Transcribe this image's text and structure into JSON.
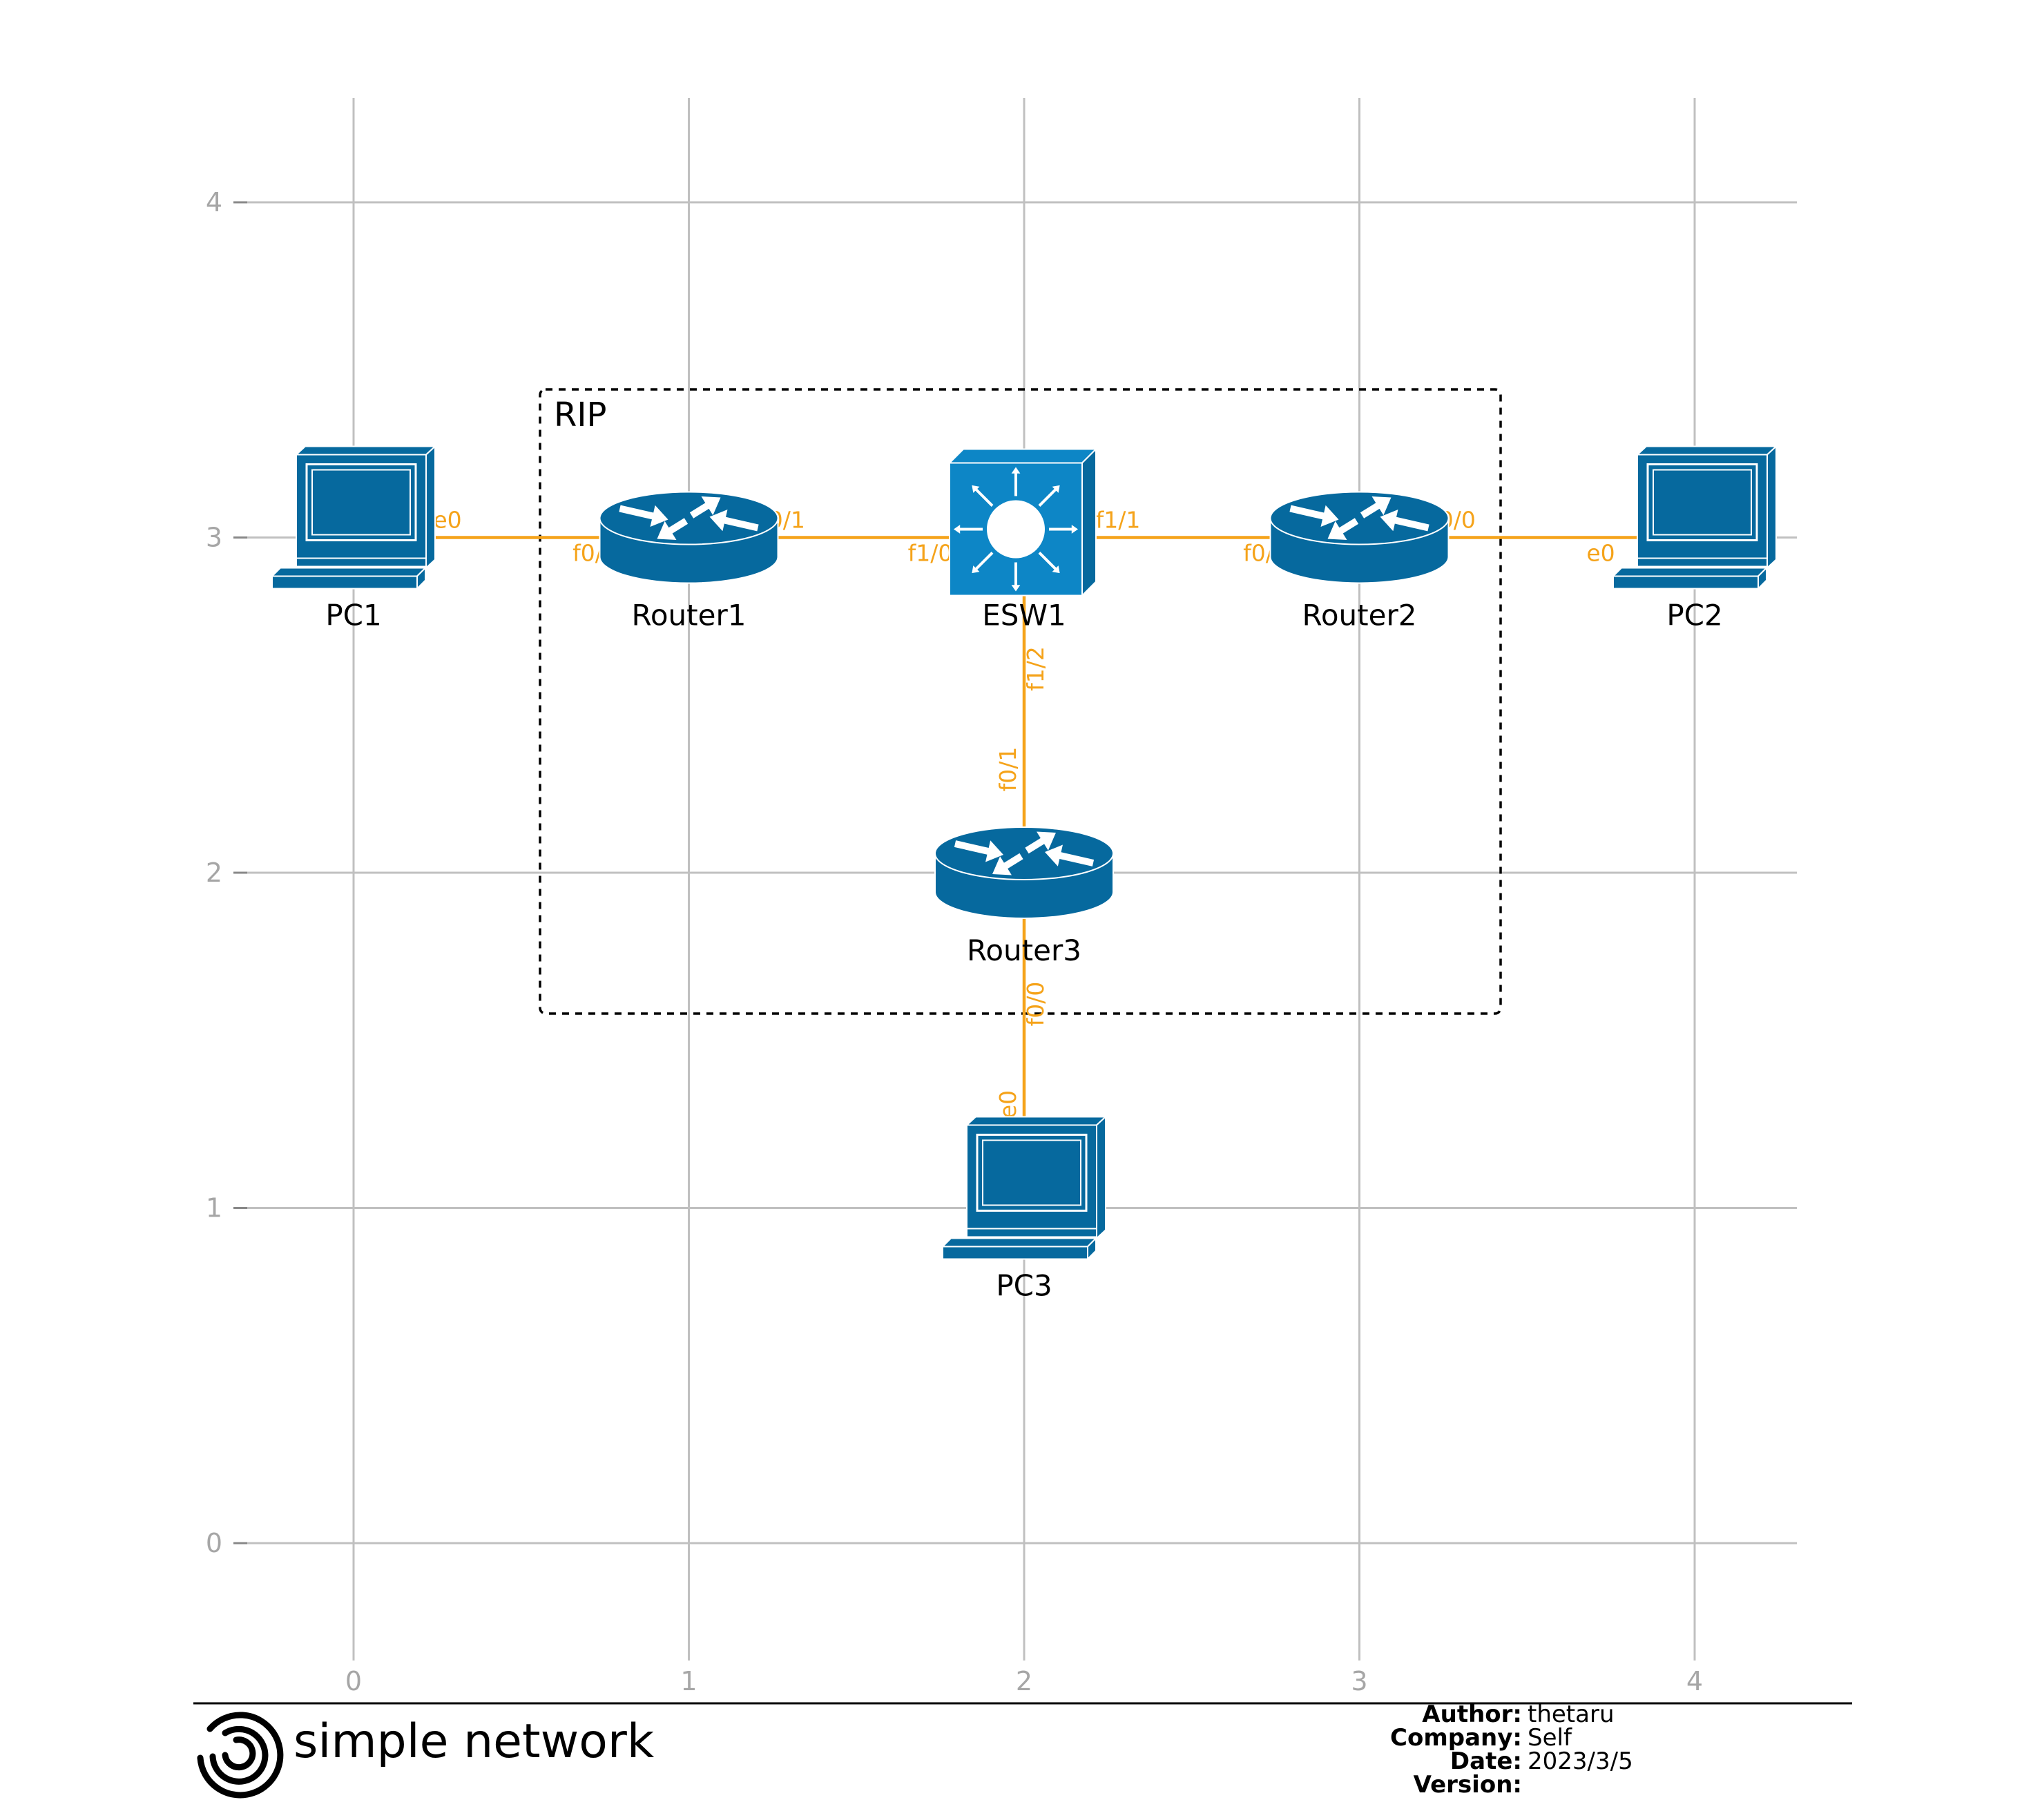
{
  "colors": {
    "grid": "#c0c0c0",
    "tick": "#a6a6a6",
    "link": "#f5a31a",
    "device_dark": "#06699e",
    "device_light": "#0d86c6",
    "text": "#000000"
  },
  "grid": {
    "x_ticks": [
      "0",
      "1",
      "2",
      "3",
      "4"
    ],
    "y_ticks": [
      "0",
      "1",
      "2",
      "3",
      "4"
    ]
  },
  "area": {
    "label": "RIP"
  },
  "nodes": [
    {
      "id": "pc1",
      "label": "PC1",
      "type": "pc",
      "x": 0,
      "y": 3
    },
    {
      "id": "router1",
      "label": "Router1",
      "type": "router",
      "x": 1,
      "y": 3
    },
    {
      "id": "esw1",
      "label": "ESW1",
      "type": "switch",
      "x": 2,
      "y": 3
    },
    {
      "id": "router2",
      "label": "Router2",
      "type": "router",
      "x": 3,
      "y": 3
    },
    {
      "id": "pc2",
      "label": "PC2",
      "type": "pc",
      "x": 4,
      "y": 3
    },
    {
      "id": "router3",
      "label": "Router3",
      "type": "router",
      "x": 2,
      "y": 2
    },
    {
      "id": "pc3",
      "label": "PC3",
      "type": "pc",
      "x": 2,
      "y": 1
    }
  ],
  "links": [
    {
      "a": "pc1",
      "a_port": "e0",
      "b": "router1",
      "b_port": "f0/0"
    },
    {
      "a": "router1",
      "a_port": "f0/1",
      "b": "esw1",
      "b_port": "f1/0"
    },
    {
      "a": "esw1",
      "a_port": "f1/1",
      "b": "router2",
      "b_port": "f0/1"
    },
    {
      "a": "router2",
      "a_port": "f0/0",
      "b": "pc2",
      "b_port": "e0"
    },
    {
      "a": "esw1",
      "a_port": "f1/2",
      "b": "router3",
      "b_port": "f0/1"
    },
    {
      "a": "router3",
      "a_port": "f0/0",
      "b": "pc3",
      "b_port": "e0"
    }
  ],
  "footer": {
    "title": "simple network",
    "logo_icon": "simple-network-logo-icon",
    "meta": [
      {
        "key": "Author:",
        "value": "thetaru"
      },
      {
        "key": "Company:",
        "value": "Self"
      },
      {
        "key": "Date:",
        "value": "2023/3/5"
      },
      {
        "key": "Version:",
        "value": ""
      }
    ]
  }
}
